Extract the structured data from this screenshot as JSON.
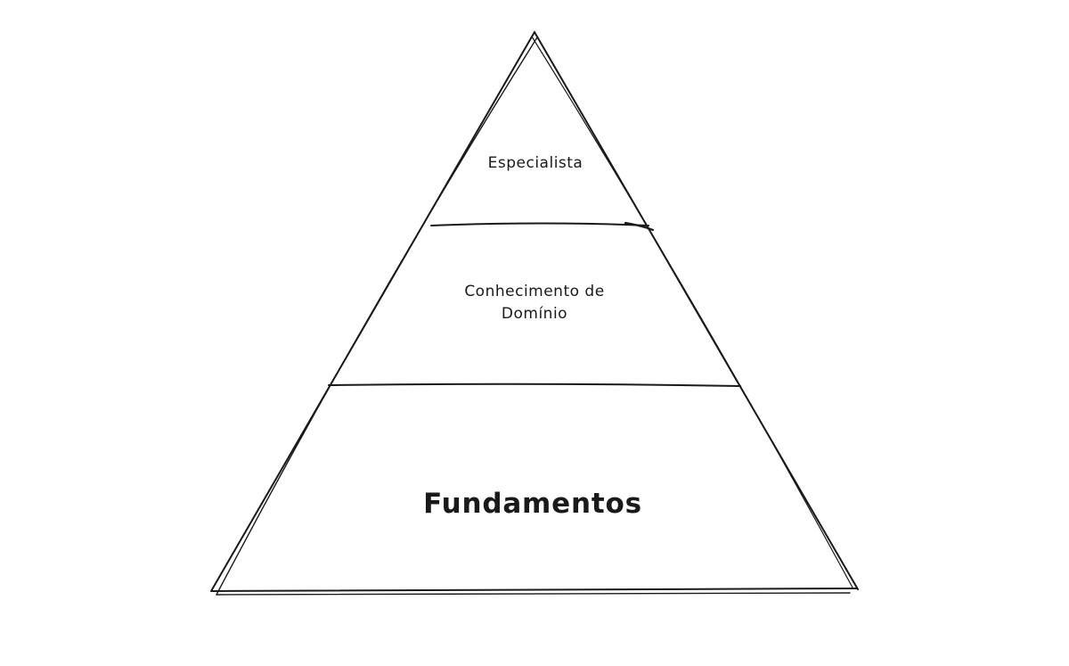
{
  "diagram": {
    "type": "pyramid",
    "levels": [
      {
        "id": "especialista",
        "label": "Especialista"
      },
      {
        "id": "conhecimento-de-dominio",
        "label_lines": [
          "Conhecimento de",
          "Domínio"
        ]
      },
      {
        "id": "fundamentos",
        "label": "Fundamentos"
      }
    ],
    "colors": {
      "stroke": "#1a1a1a",
      "background": "#ffffff"
    }
  }
}
